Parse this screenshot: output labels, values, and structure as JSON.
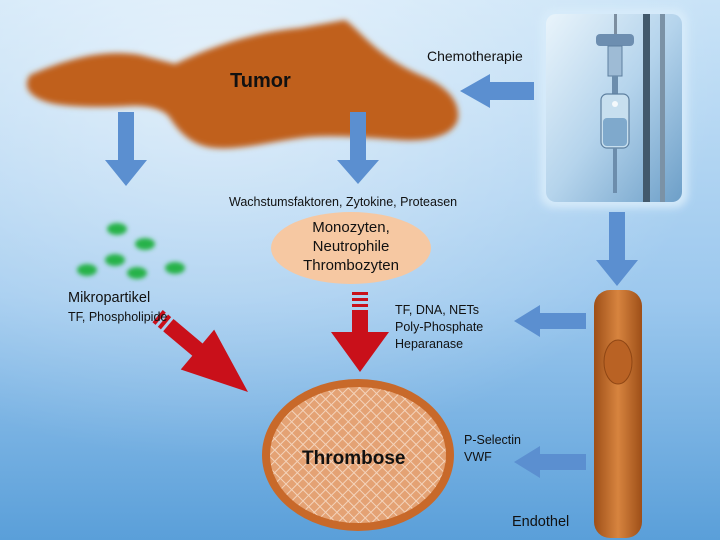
{
  "diagram": {
    "tumor": {
      "label": "Tumor"
    },
    "chemotherapy": {
      "label": "Chemotherapie",
      "icon": "iv-drip-bag-icon"
    },
    "factors": {
      "label": "Wachstumsfaktoren, Zytokine, Proteasen"
    },
    "cells": {
      "lines": [
        "Monozyten,",
        "Neutrophile",
        "Thrombozyten"
      ]
    },
    "microparticles": {
      "title": "Mikropartikel",
      "subtitle": "TF, Phospholipide"
    },
    "endothelial_products": {
      "lines": [
        "TF, DNA, NETs",
        "Poly-Phosphate",
        "Heparanase"
      ]
    },
    "adhesion": {
      "lines": [
        "P-Selectin",
        "VWF"
      ]
    },
    "thrombosis": {
      "label": "Thrombose"
    },
    "endothelium": {
      "label": "Endothel"
    },
    "colors": {
      "background_top": "#c7e2f7",
      "background_bottom": "#5a9fd9",
      "tumor": "#c0601e",
      "arrow_blue": "#5b8fd0",
      "arrow_red": "#c9101a",
      "cells_fill": "#f6c8a2",
      "thrombus_ring": "#c8692a",
      "thrombus_fill": "#e2a679",
      "microparticle": "#27b24a",
      "endothelium": "#c66f2c"
    }
  }
}
